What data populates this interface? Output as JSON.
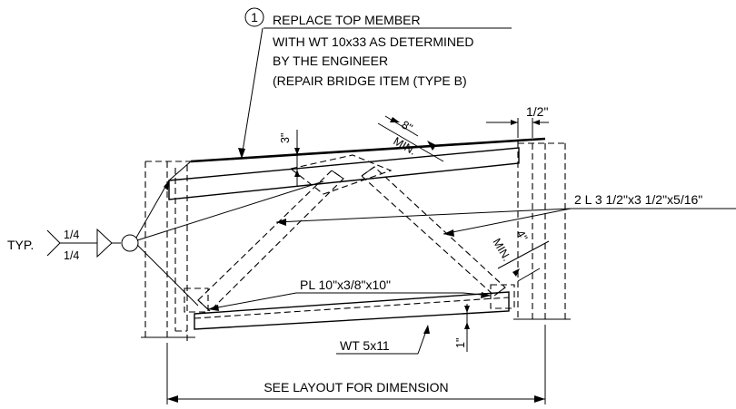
{
  "note": {
    "number": "1",
    "lines": [
      "REPLACE TOP MEMBER",
      "WITH WT 10x33 AS DETERMINED",
      "BY THE ENGINEER",
      "(REPAIR BRIDGE ITEM (TYPE B)"
    ]
  },
  "labels": {
    "typ": "TYP.",
    "weld_top": "1/4",
    "weld_bottom": "1/4",
    "half_inch": "1/2\"",
    "three_inch": "3\"",
    "eight_inch": "8\"",
    "min_top": "MIN.",
    "four_inch": "4\"",
    "min_right": "MIN.",
    "angles": "2 L 3 1/2\"x3 1/2\"x5/16\"",
    "plate": "PL 10\"x3/8\"x10\"",
    "one_inch": "1\"",
    "bottom_member": "WT 5x11",
    "layout": "SEE LAYOUT FOR DIMENSION"
  }
}
